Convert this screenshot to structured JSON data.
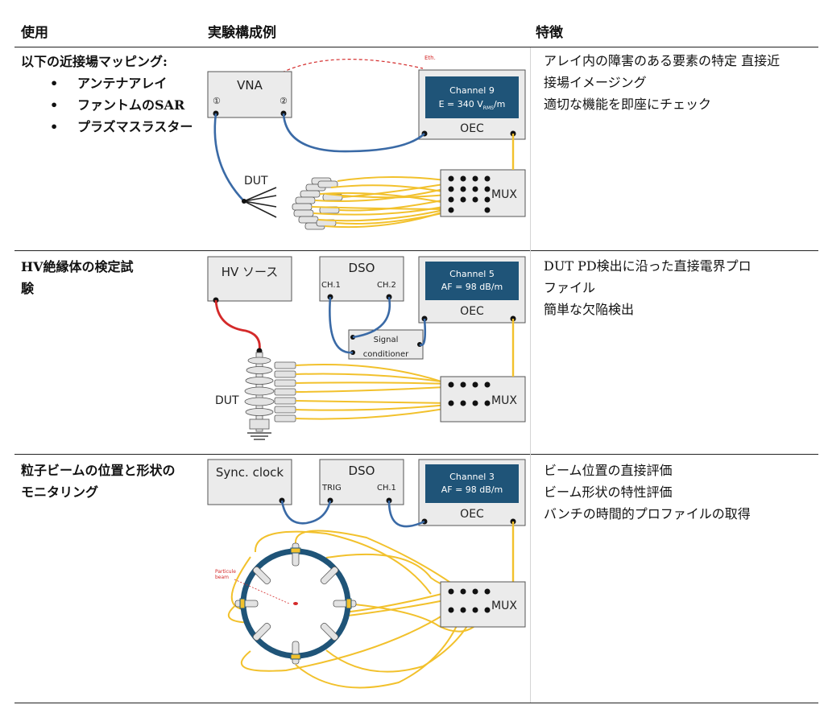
{
  "headers": {
    "use": "使用",
    "example": "実験構成例",
    "features": "特徴"
  },
  "rows": [
    {
      "use_title": "以下の近接場マッピング:",
      "use_items": [
        "アンテナアレイ",
        "ファントムのSAR",
        "プラズマスラスター"
      ],
      "features": [
        "アレイ内の障害のある要素の特定 直接近",
        "接場イメージング",
        "適切な機能を即座にチェック"
      ],
      "diagram": {
        "instrument": "VNA",
        "port1": "①",
        "port2": "②",
        "dut": "DUT",
        "oec_screen1": "Channel 9",
        "oec_screen2_main": "E = 340 V",
        "oec_screen2_sub": "RMS",
        "oec_screen2_end": "/m",
        "oec": "OEC",
        "mux": "MUX",
        "eth": "Eth."
      }
    },
    {
      "use_title": "HV絶縁体の検定試",
      "use_title2": "験",
      "features": [
        "DUT PD検出に沿った直接電界プロ",
        "ファイル",
        "簡単な欠陥検出"
      ],
      "diagram": {
        "source": "HV ソース",
        "dso": "DSO",
        "ch1": "CH.1",
        "ch2": "CH.2",
        "signal": "Signal",
        "conditioner": "conditioner",
        "oec_screen1": "Channel 5",
        "oec_screen2": "AF = 98 dB/m",
        "oec": "OEC",
        "mux": "MUX",
        "dut": "DUT"
      }
    },
    {
      "use_title": "粒子ビームの位置と形状の",
      "use_title2": "モニタリング",
      "features": [
        "ビーム位置の直接評価",
        "ビーム形状の特性評価",
        "バンチの時間的プロファイルの取得"
      ],
      "diagram": {
        "clock": "Sync. clock",
        "dso": "DSO",
        "trig": "TRIG",
        "ch1": "CH.1",
        "oec_screen1": "Channel 3",
        "oec_screen2": "AF = 98 dB/m",
        "oec": "OEC",
        "mux": "MUX",
        "beam1": "Particule",
        "beam2": "beam"
      }
    }
  ],
  "colors": {
    "blue": "#3a6aa6",
    "yellow": "#f2c12c",
    "red": "#d42a2a",
    "screen": "#1f5478",
    "box": "#ebebeb",
    "probe": "#e3e3e3"
  }
}
